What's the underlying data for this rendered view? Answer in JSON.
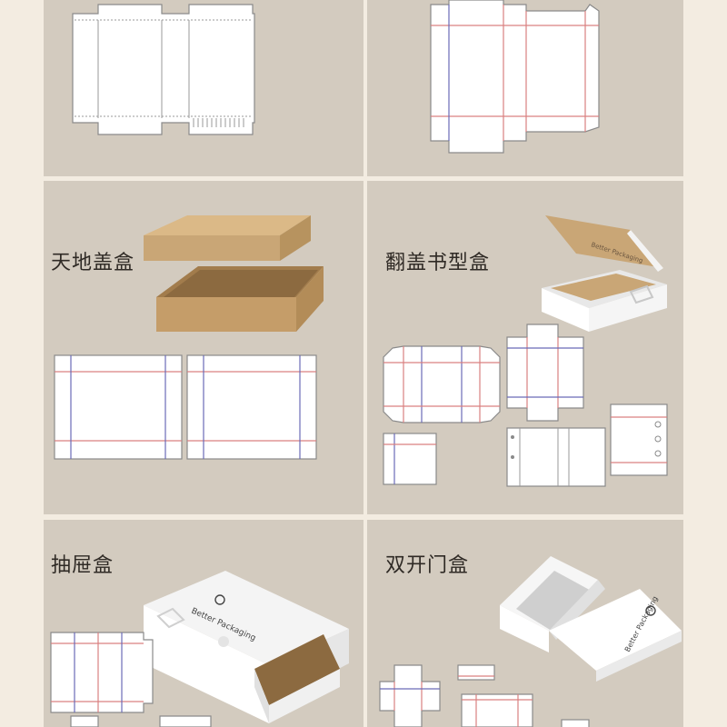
{
  "panels": {
    "tiandi": {
      "title": "天地盖盒"
    },
    "fangai": {
      "title": "翻盖书型盒"
    },
    "chouti": {
      "title": "抽屉盒"
    },
    "shuangkai": {
      "title": "双开门盒"
    }
  },
  "brand": {
    "name": "Better Packaging"
  },
  "colors": {
    "background": "#f3ece1",
    "panel": "#d3cbbf",
    "kraft": "#c9a676",
    "crease_red": "#d98080",
    "crease_blue": "#6a6ab8"
  }
}
